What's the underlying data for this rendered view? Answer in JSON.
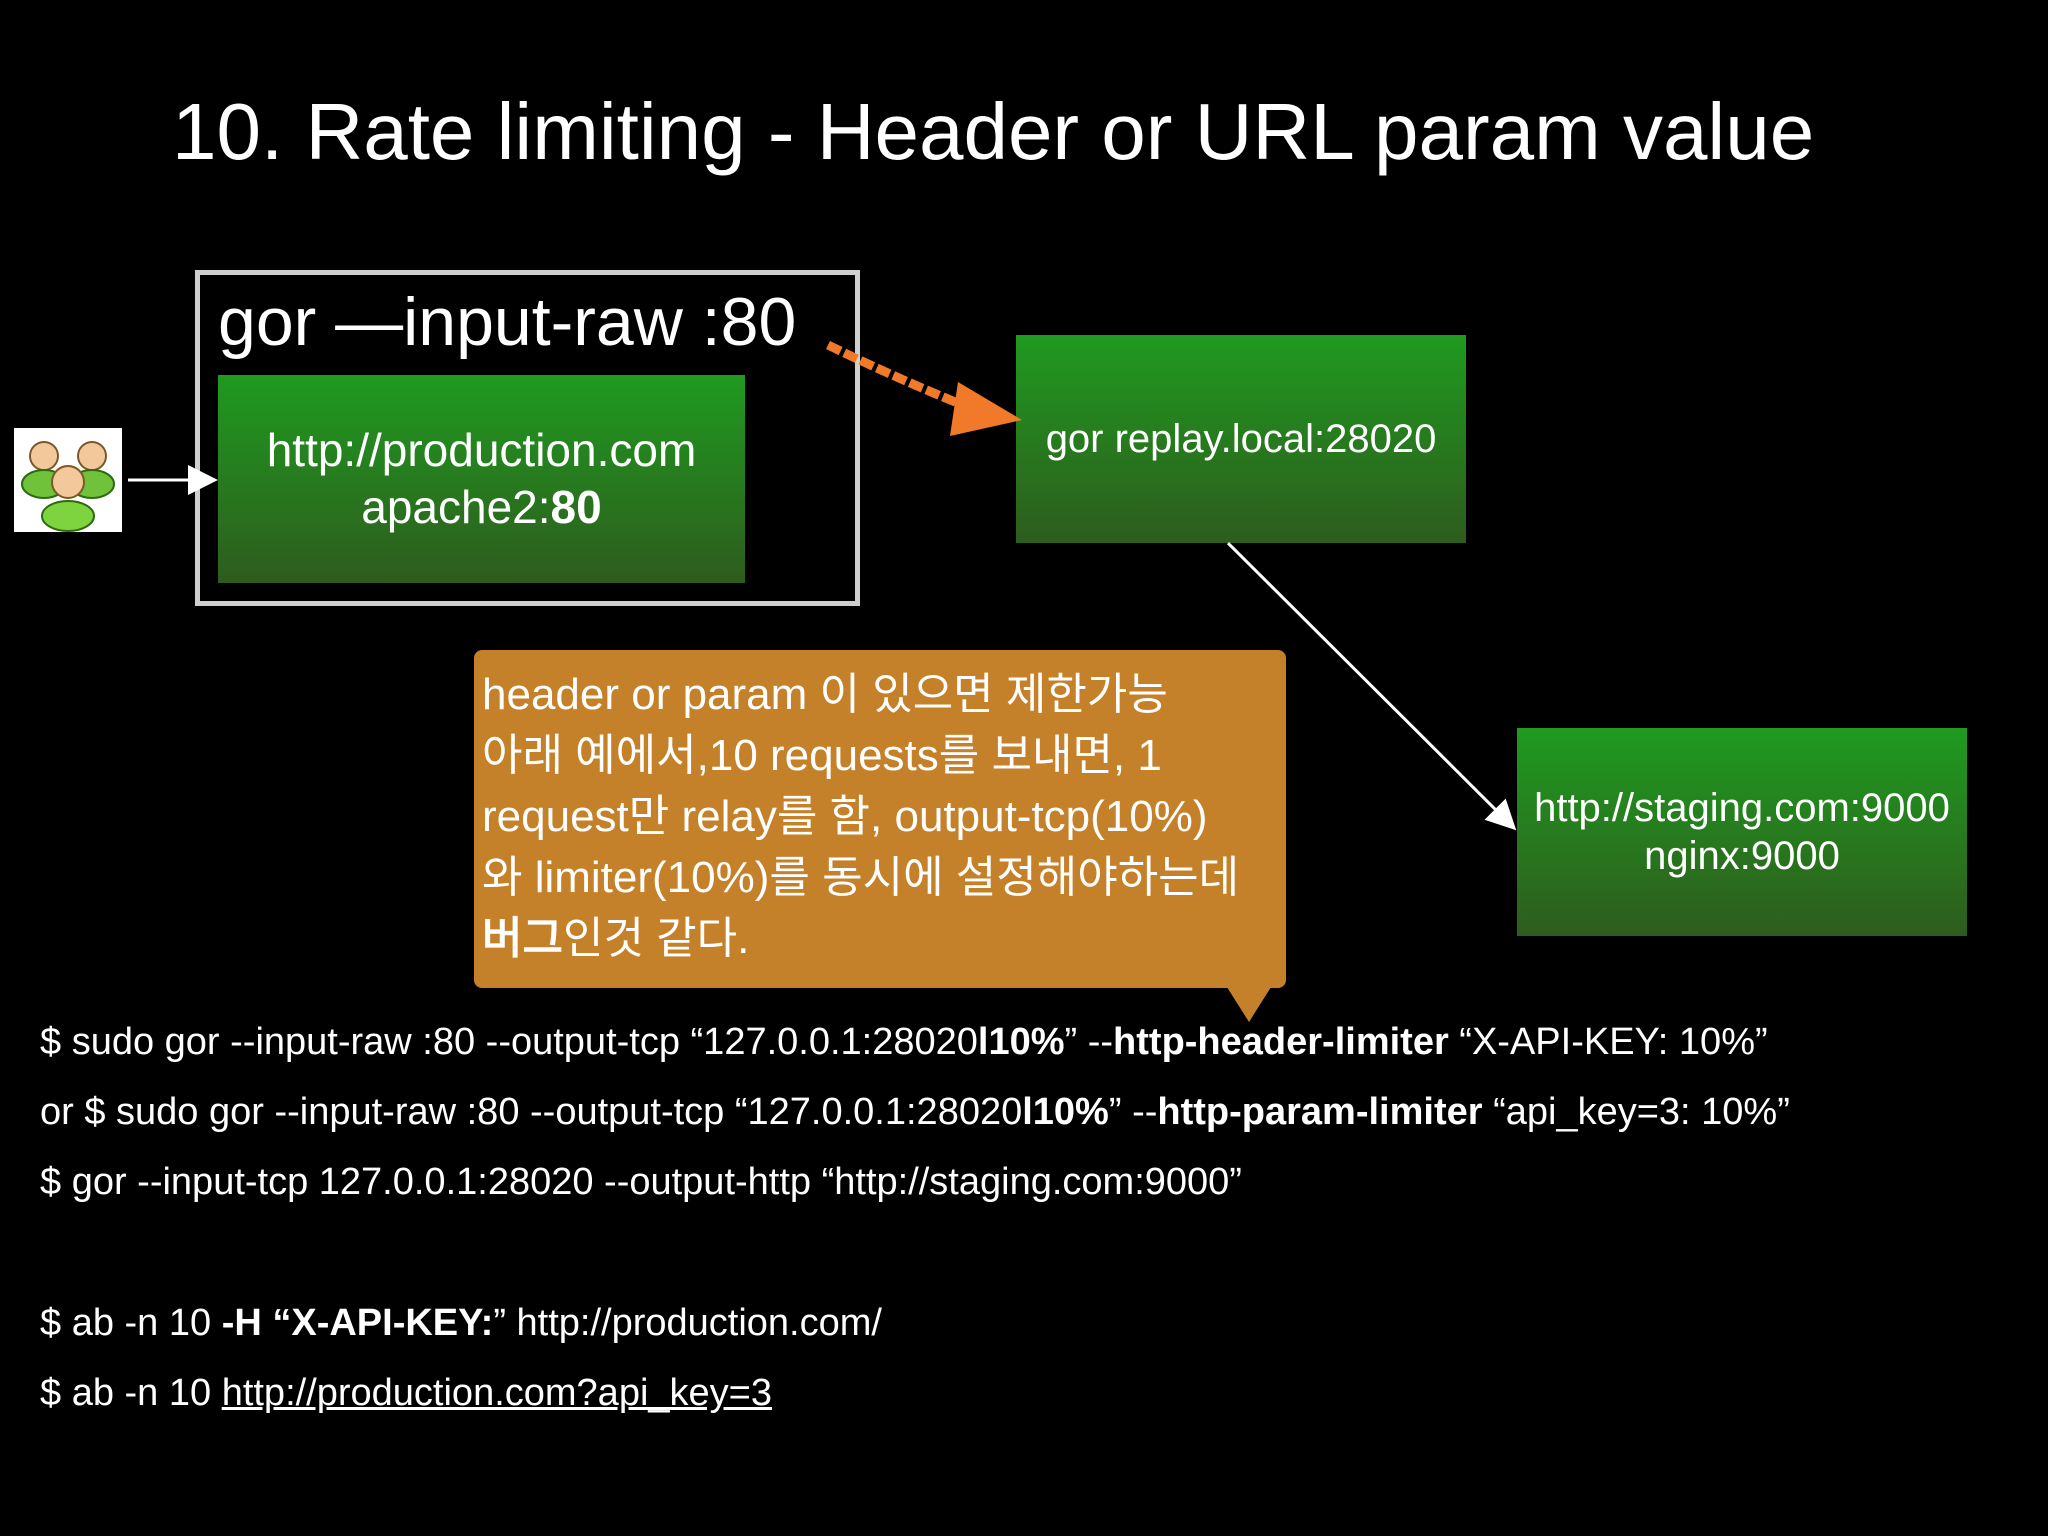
{
  "title": "10. Rate limiting - Header or URL param value",
  "diagram": {
    "gor_input_label": "gor —input-raw :80",
    "production": {
      "line1": "http://production.com",
      "line2_prefix": "apache2:",
      "line2_port": "80"
    },
    "replay": {
      "label": "gor replay.local:28020"
    },
    "staging": {
      "line1": "http://staging.com:9000",
      "line2": "nginx:9000"
    },
    "icons": {
      "users": "users-group-icon"
    },
    "colors": {
      "green_top": "#1f9a1f",
      "green_bottom": "#2e5c1e",
      "arrow_orange": "#f07a2a",
      "callout": "#c5802a"
    }
  },
  "callout": {
    "line1": "header or param 이 있으면 제한가능",
    "line2": "아래 예에서,10 requests를 보내면, 1",
    "line3": "request만 relay를 함, output-tcp(10%)",
    "line4": "와 limiter(10%)를 동시에 설정해야하는데",
    "line5_bold": "버그",
    "line5_rest": "인것 같다."
  },
  "commands": {
    "c1": {
      "a": "$ sudo gor --input-raw :80 --output-tcp “127.0.0.1:28020",
      "b": "l10%",
      "c": "” --",
      "d": "http-header-limiter",
      "e": " “X-API-KEY: 10%”"
    },
    "c2": {
      "a": "or $ sudo gor --input-raw :80 --output-tcp “127.0.0.1:28020",
      "b": "l10%",
      "c": "” --",
      "d": "http-param-limiter",
      "e": " “api_key=3: 10%”"
    },
    "c3": "$ gor --input-tcp 127.0.0.1:28020 --output-http “http://staging.com:9000”",
    "c4": {
      "a": "$ ab -n 10 ",
      "b": "-H “X-API-KEY:",
      "c": "” http://production.com/"
    },
    "c5": {
      "a": "$ ab -n 10 ",
      "link": "http://production.com?api_key=3"
    }
  }
}
